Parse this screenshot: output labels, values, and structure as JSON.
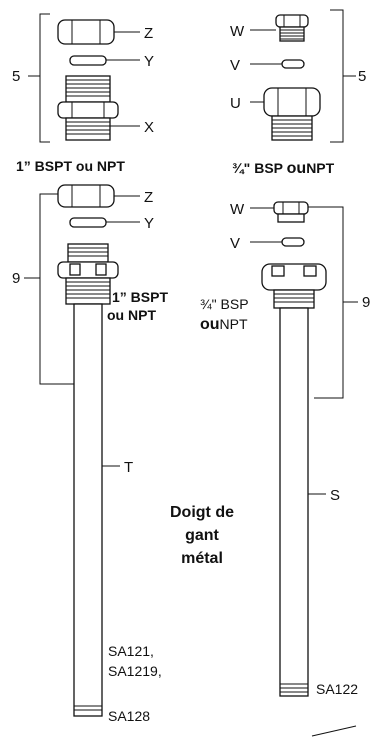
{
  "labels": {
    "z_top": "Z",
    "y_top": "Y",
    "x": "X",
    "w_top": "W",
    "v_top": "V",
    "u": "U",
    "five_left": "5",
    "five_right": "5",
    "z_mid": "Z",
    "y_mid": "Y",
    "nine_left": "9",
    "w_mid": "W",
    "v_mid": "V",
    "nine_right": "9",
    "t": "T",
    "s": "S"
  },
  "threads": {
    "left_top": "1” BSPT ou NPT",
    "right_top_a": "¾\" BSP ",
    "right_top_b": "ou",
    "right_top_c": "NPT",
    "left_mid_1": "1” BSPT",
    "left_mid_2": "ou NPT",
    "right_mid_1a": "¾\" ",
    "right_mid_1b": "BSP",
    "right_mid_2a": "ou",
    "right_mid_2b": "NPT"
  },
  "caption": {
    "line1": "Doigt de",
    "line2": "gant",
    "line3": "métal"
  },
  "models": {
    "left_1": "SA121,",
    "left_2": "SA1219,",
    "left_3": "SA128",
    "right": "SA122"
  }
}
